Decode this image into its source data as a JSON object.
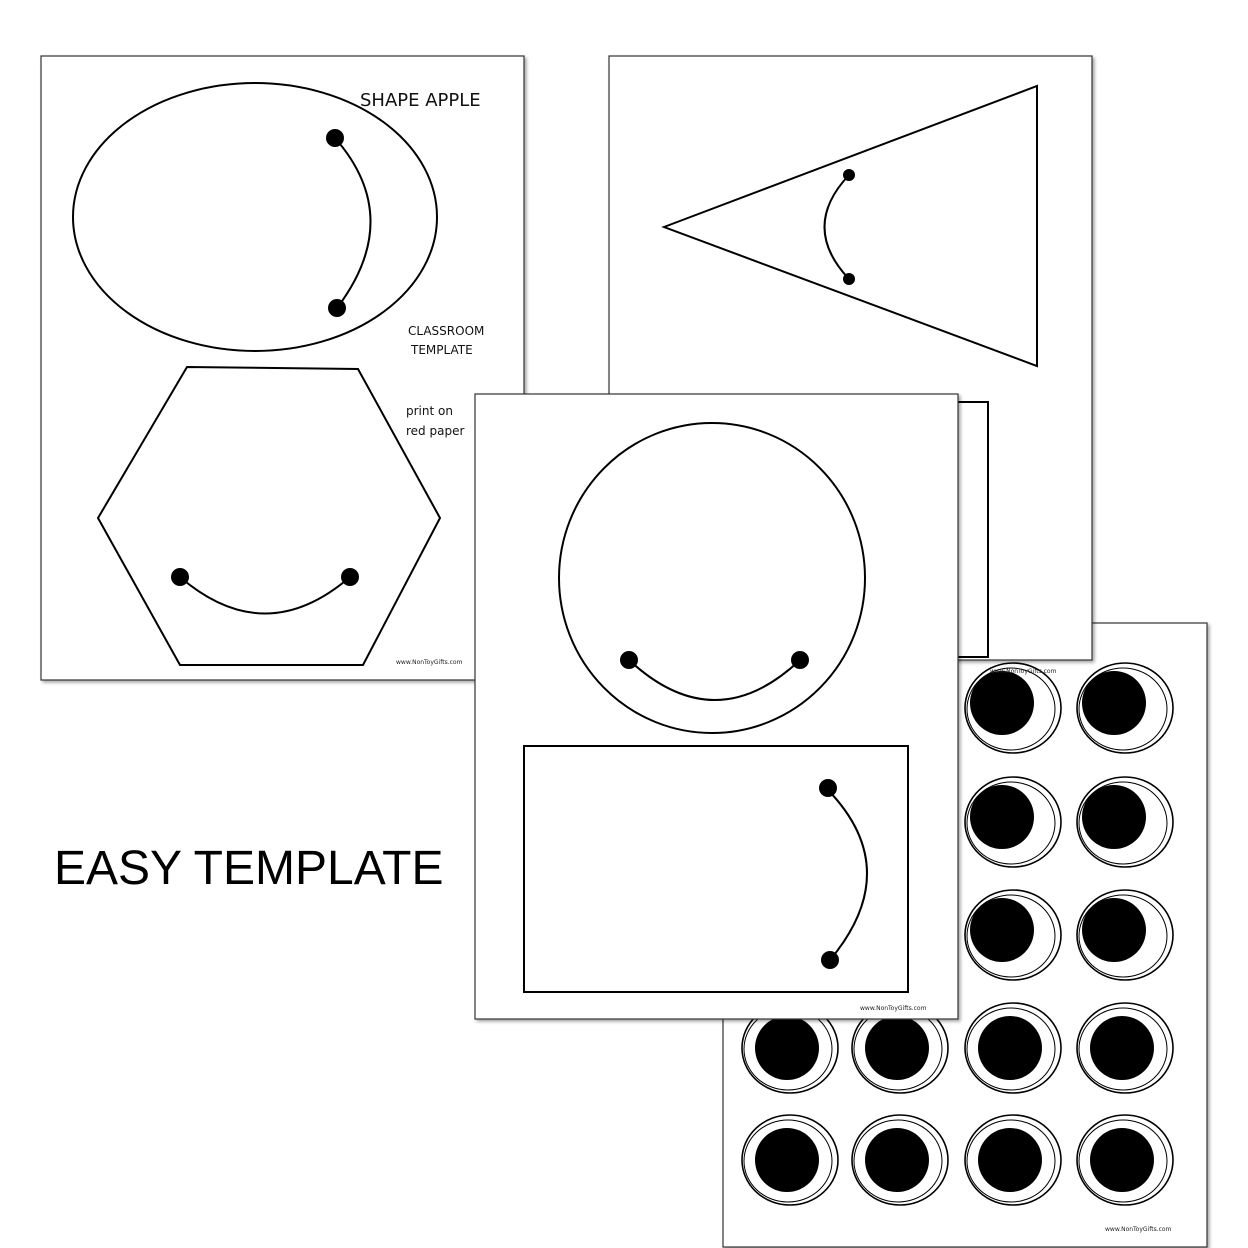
{
  "headline": "EASY TEMPLATE",
  "sheet_oval_hexagon": {
    "title": "SHAPE APPLE",
    "label_line1": "CLASSROOM",
    "label_line2": "TEMPLATE",
    "note_line1": "print on",
    "note_line2": "red paper",
    "watermark": "www.NonToyGifts.com"
  },
  "sheet_triangle": {
    "watermark": "www.NonToyGifts.com"
  },
  "sheet_circle_rectangle": {
    "watermark": "www.NonToyGifts.com"
  },
  "sheet_eyes": {
    "watermark": "www.NonToyGifts.com"
  }
}
